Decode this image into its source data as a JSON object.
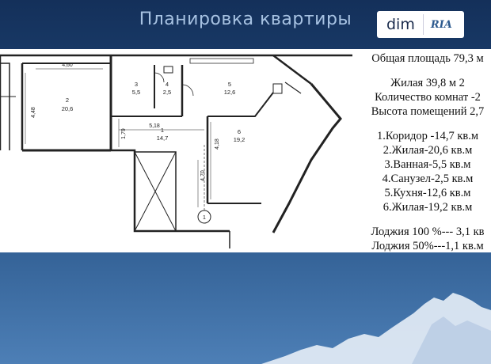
{
  "slide": {
    "title": "Планировка квартиры"
  },
  "logo": {
    "brand": "dim",
    "partner": "RIA"
  },
  "plan": {
    "dimensions": [
      "4,60",
      "4,48",
      "1,79",
      "5,18",
      "4,18",
      "4,70"
    ],
    "rooms": [
      {
        "number": "1",
        "area": "14,7"
      },
      {
        "number": "2",
        "area": "20,6"
      },
      {
        "number": "3",
        "area": "5,5"
      },
      {
        "number": "4",
        "area": "2,5"
      },
      {
        "number": "5",
        "area": "12,6"
      },
      {
        "number": "6",
        "area": "19,2"
      }
    ],
    "axis_mark": "1"
  },
  "info": {
    "summary": [
      "Общая площадь 79,3 м",
      "Жилая 39,8 м 2",
      "Количество комнат -2",
      "Высота помещений 2,7"
    ],
    "rooms": [
      "1.Коридор -14,7 кв.м",
      "2.Жилая-20,6 кв.м",
      "3.Ванная-5,5 кв.м",
      "4.Санузел-2,5 кв.м",
      "5.Кухня-12,6 кв.м",
      "6.Жилая-19,2 кв.м"
    ],
    "loggias": [
      "Лоджия 100 %--- 3,1 кв",
      "Лоджия 50%---1,1 кв.м"
    ]
  }
}
